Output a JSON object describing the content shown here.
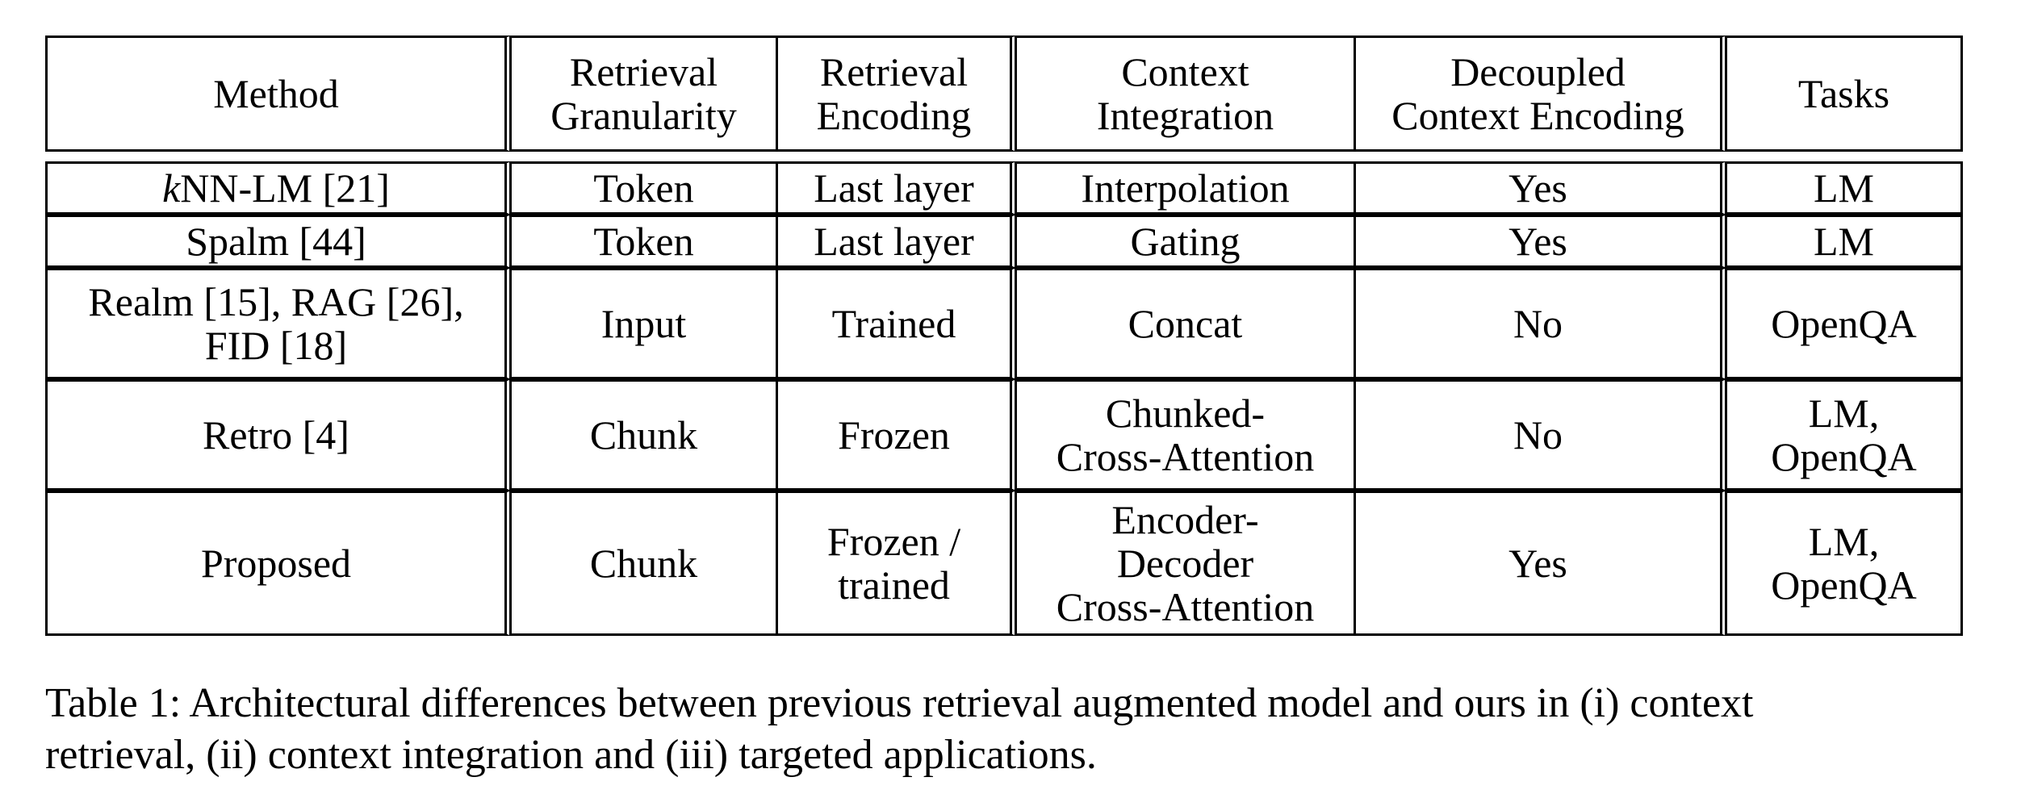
{
  "table": {
    "headers": [
      [
        "Method"
      ],
      [
        "Retrieval",
        "Granularity"
      ],
      [
        "Retrieval",
        "Encoding"
      ],
      [
        "Context",
        "Integration"
      ],
      [
        "Decoupled",
        "Context Encoding"
      ],
      [
        "Tasks"
      ]
    ],
    "rows": [
      {
        "method_prefix": "k",
        "method": [
          "NN-LM [21]"
        ],
        "granularity": [
          "Token"
        ],
        "encoding": [
          "Last layer"
        ],
        "integration": [
          "Interpolation"
        ],
        "decoupled": [
          "Yes"
        ],
        "tasks": [
          "LM"
        ]
      },
      {
        "method_prefix": "",
        "method": [
          "Spalm [44]"
        ],
        "granularity": [
          "Token"
        ],
        "encoding": [
          "Last layer"
        ],
        "integration": [
          "Gating"
        ],
        "decoupled": [
          "Yes"
        ],
        "tasks": [
          "LM"
        ]
      },
      {
        "method_prefix": "",
        "method": [
          "Realm [15], RAG [26],",
          "FID [18]"
        ],
        "granularity": [
          "Input"
        ],
        "encoding": [
          "Trained"
        ],
        "integration": [
          "Concat"
        ],
        "decoupled": [
          "No"
        ],
        "tasks": [
          "OpenQA"
        ]
      },
      {
        "method_prefix": "",
        "method": [
          "Retro [4]"
        ],
        "granularity": [
          "Chunk"
        ],
        "encoding": [
          "Frozen"
        ],
        "integration": [
          "Chunked-",
          "Cross-Attention"
        ],
        "decoupled": [
          "No"
        ],
        "tasks": [
          "LM,",
          "OpenQA"
        ]
      },
      {
        "method_prefix": "",
        "method": [
          "Proposed"
        ],
        "granularity": [
          "Chunk"
        ],
        "encoding": [
          "Frozen /",
          "trained"
        ],
        "integration": [
          "Encoder-",
          "Decoder",
          "Cross-Attention"
        ],
        "decoupled": [
          "Yes"
        ],
        "tasks": [
          "LM,",
          "OpenQA"
        ]
      }
    ]
  },
  "caption": {
    "line1": "Table 1: Architectural differences between previous retrieval augmented model and ours in (i) context",
    "line2": "retrieval, (ii) context integration and (iii) targeted applications."
  }
}
